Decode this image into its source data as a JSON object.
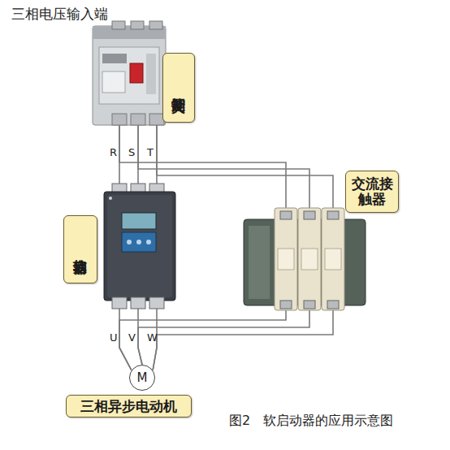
{
  "diagram": {
    "caption": "图2　软启动器的应用示意图",
    "nodes": [
      {
        "text": [
          "控制开关"
        ]
      },
      {
        "text": [
          "软启动器"
        ]
      },
      {
        "text": [
          "交流接触器"
        ]
      },
      {
        "text": [
          "M",
          "三相异步电动机"
        ]
      }
    ],
    "edges": [
      {
        "from": 0,
        "to": 1,
        "arrow": "none"
      },
      {
        "from": 0,
        "to": 2,
        "arrow": "none"
      },
      {
        "from": 1,
        "to": 3,
        "arrow": "none"
      },
      {
        "from": 2,
        "to": 3,
        "arrow": "none"
      }
    ],
    "labels": [
      "三相电压输入端",
      "R",
      "S",
      "T",
      "U",
      "V",
      "W"
    ]
  }
}
